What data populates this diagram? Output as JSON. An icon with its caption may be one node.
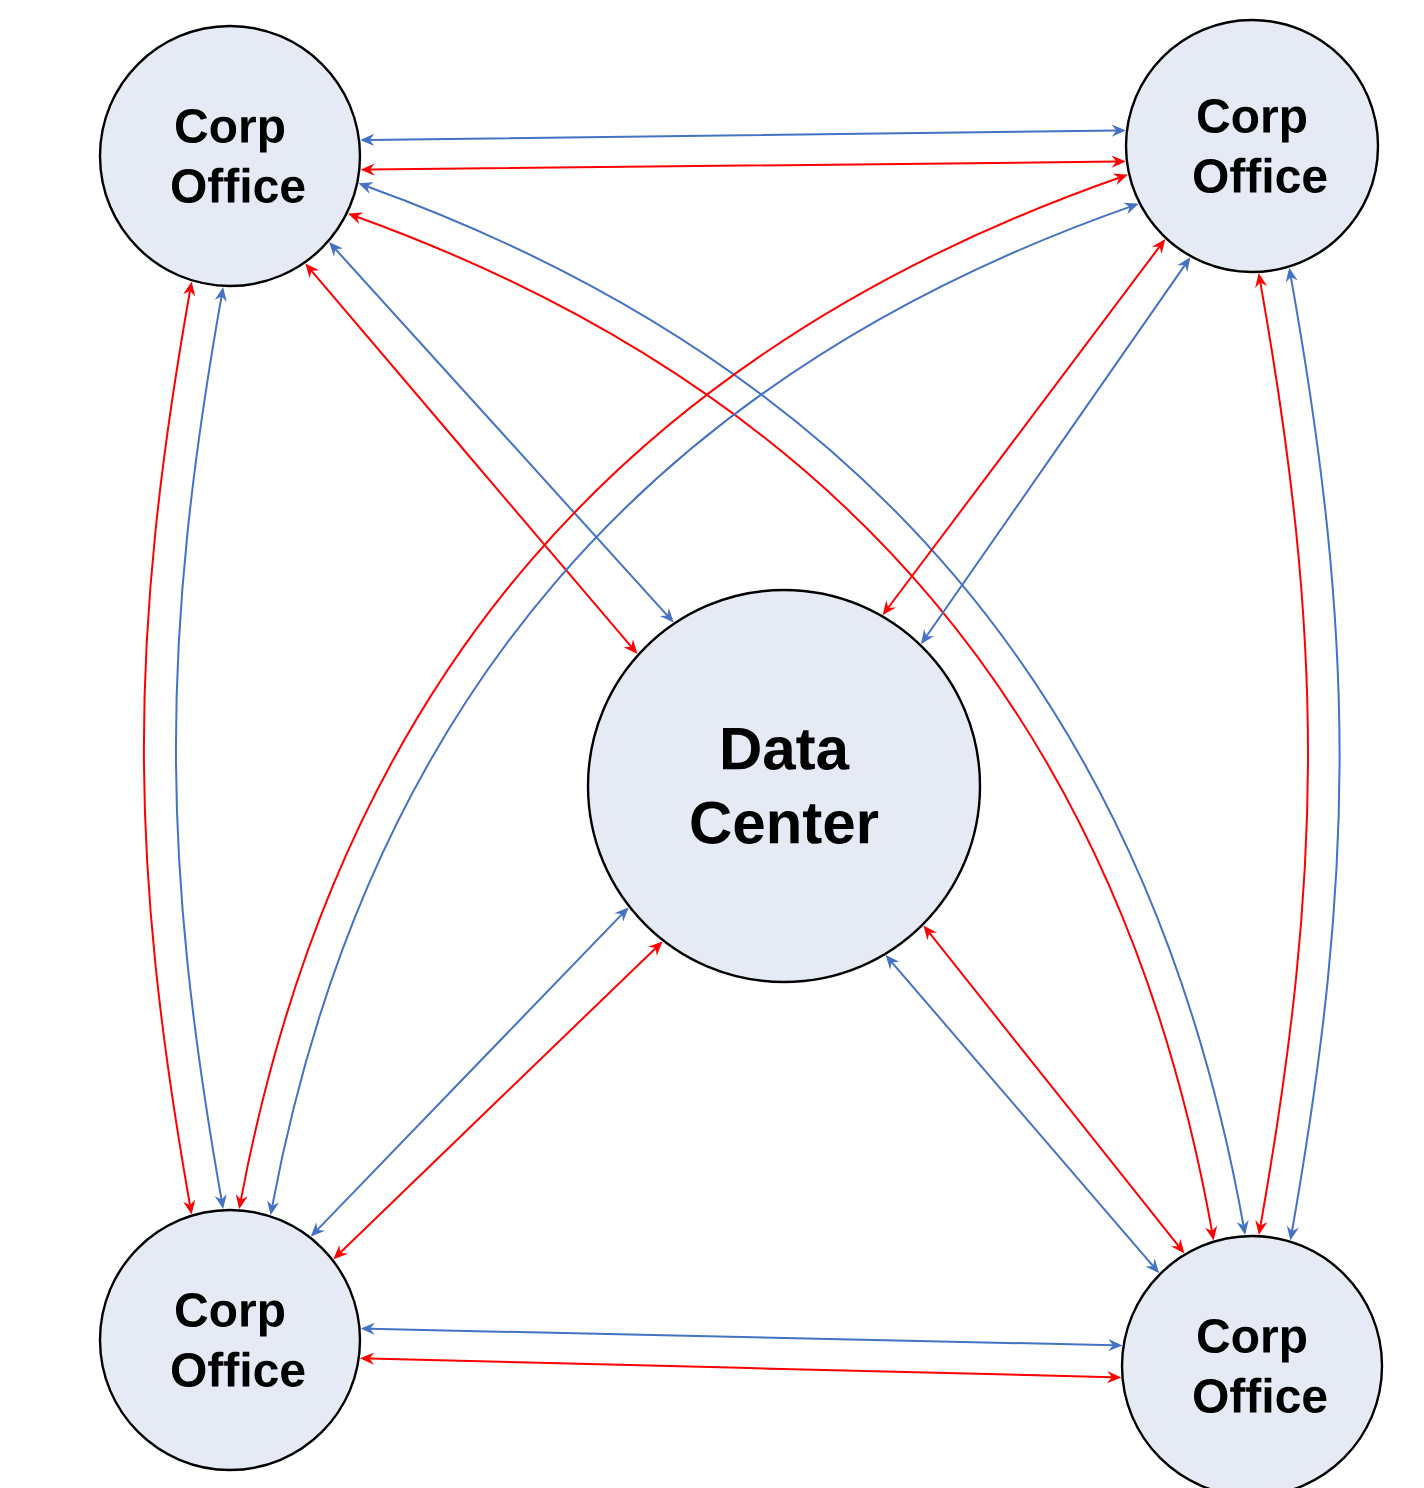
{
  "diagram": {
    "nodes": [
      {
        "text": [
          "Corp Office"
        ]
      },
      {
        "text": [
          "Corp Office"
        ]
      },
      {
        "text": [
          "Data Center"
        ]
      },
      {
        "text": [
          "Corp Office"
        ]
      },
      {
        "text": [
          "Corp Office"
        ]
      }
    ],
    "edges": [
      {
        "from": 0,
        "to": 1,
        "arrow": "both",
        "color": "#4472c4"
      },
      {
        "from": 0,
        "to": 1,
        "arrow": "both",
        "color": "#ff0000"
      },
      {
        "from": 0,
        "to": 3,
        "arrow": "both",
        "color": "#4472c4"
      },
      {
        "from": 0,
        "to": 3,
        "arrow": "both",
        "color": "#ff0000"
      },
      {
        "from": 0,
        "to": 2,
        "arrow": "both",
        "color": "#4472c4"
      },
      {
        "from": 0,
        "to": 2,
        "arrow": "both",
        "color": "#ff0000"
      },
      {
        "from": 0,
        "to": 4,
        "arrow": "both",
        "color": "#4472c4"
      },
      {
        "from": 0,
        "to": 4,
        "arrow": "both",
        "color": "#ff0000"
      },
      {
        "from": 1,
        "to": 3,
        "arrow": "both",
        "color": "#4472c4"
      },
      {
        "from": 1,
        "to": 3,
        "arrow": "both",
        "color": "#ff0000"
      },
      {
        "from": 1,
        "to": 2,
        "arrow": "both",
        "color": "#4472c4"
      },
      {
        "from": 1,
        "to": 2,
        "arrow": "both",
        "color": "#ff0000"
      },
      {
        "from": 1,
        "to": 4,
        "arrow": "both",
        "color": "#4472c4"
      },
      {
        "from": 1,
        "to": 4,
        "arrow": "both",
        "color": "#ff0000"
      },
      {
        "from": 3,
        "to": 2,
        "arrow": "both",
        "color": "#4472c4"
      },
      {
        "from": 3,
        "to": 2,
        "arrow": "both",
        "color": "#ff0000"
      },
      {
        "from": 4,
        "to": 2,
        "arrow": "both",
        "color": "#4472c4"
      },
      {
        "from": 4,
        "to": 2,
        "arrow": "both",
        "color": "#ff0000"
      },
      {
        "from": 3,
        "to": 4,
        "arrow": "both",
        "color": "#4472c4"
      },
      {
        "from": 3,
        "to": 4,
        "arrow": "both",
        "color": "#ff0000"
      }
    ]
  }
}
